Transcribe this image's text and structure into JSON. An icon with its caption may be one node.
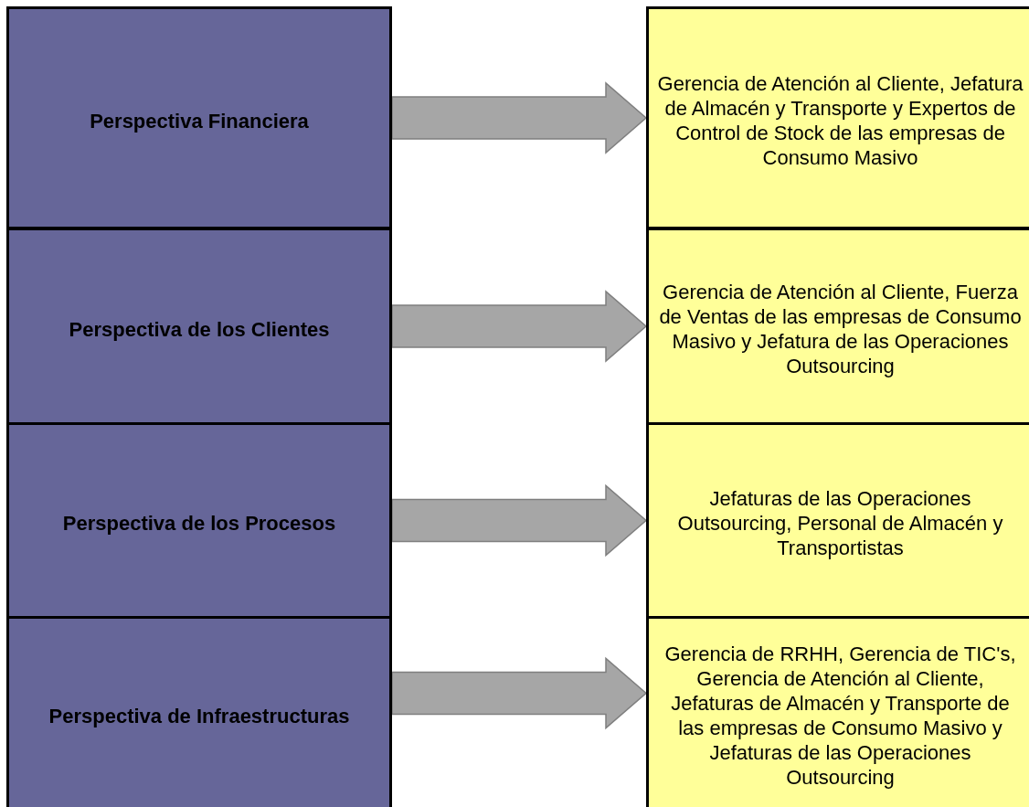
{
  "diagram": {
    "nodes": [
      {
        "text": [
          "Perspectiva Financiera"
        ]
      },
      {
        "text": [
          "Gerencia de Atención al Cliente, Jefatura de Almacén y Transporte y Expertos de Control de Stock de las empresas de Consumo Masivo"
        ]
      },
      {
        "text": [
          "Perspectiva de los Clientes"
        ]
      },
      {
        "text": [
          "Gerencia de Atención al Cliente, Fuerza de Ventas de las empresas de Consumo Masivo y Jefatura de las Operaciones Outsourcing"
        ]
      },
      {
        "text": [
          "Perspectiva de los Procesos"
        ]
      },
      {
        "text": [
          "Jefaturas de las Operaciones Outsourcing, Personal de Almacén y Transportistas"
        ]
      },
      {
        "text": [
          "Perspectiva de Infraestructuras"
        ]
      },
      {
        "text": [
          "Gerencia de RRHH, Gerencia de TIC's, Gerencia de Atención al Cliente, Jefaturas de Almacén y Transporte de las empresas de Consumo Masivo y Jefaturas de las Operaciones Outsourcing"
        ]
      }
    ],
    "edges": [
      {
        "from": 0,
        "to": 1,
        "arrow": "to"
      },
      {
        "from": 2,
        "to": 3,
        "arrow": "to"
      },
      {
        "from": 4,
        "to": 5,
        "arrow": "to"
      },
      {
        "from": 6,
        "to": 7,
        "arrow": "to"
      }
    ]
  }
}
